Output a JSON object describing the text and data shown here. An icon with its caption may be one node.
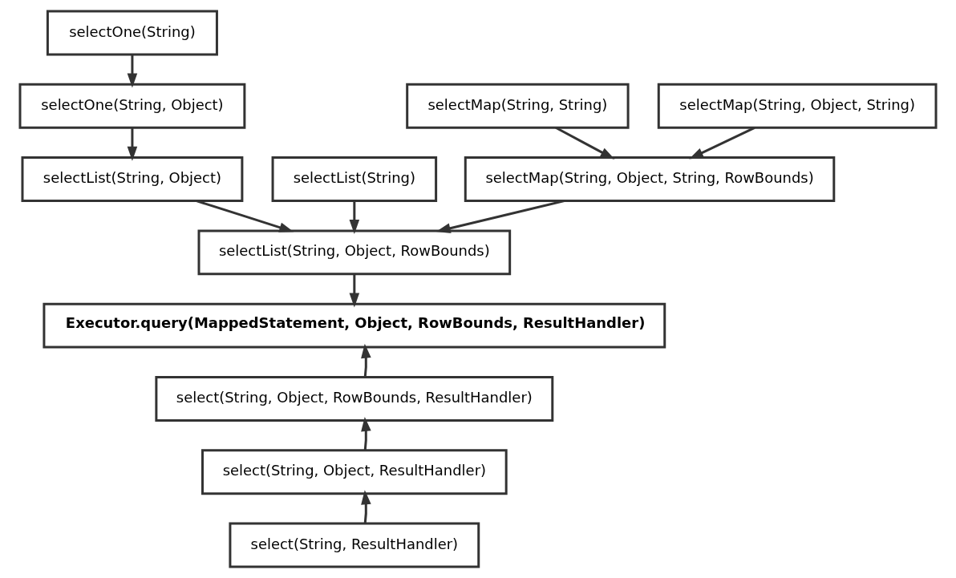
{
  "diagram": {
    "nodes": [
      {
        "text": [
          "selectOne(String)"
        ]
      },
      {
        "text": [
          "selectOne(String, Object)"
        ]
      },
      {
        "text": [
          "selectMap(String, String)"
        ]
      },
      {
        "text": [
          "selectMap(String, Object, String)"
        ]
      },
      {
        "text": [
          "selectList(String)"
        ]
      },
      {
        "text": [
          "selectList(String, Object)"
        ]
      },
      {
        "text": [
          "selectMap(String, Object, String, RowBounds)"
        ]
      },
      {
        "text": [
          "selectList(String, Object, RowBounds)"
        ]
      },
      {
        "text": [
          "Executor.query(MappedStatement, Object, RowBounds, ResultHandler)"
        ]
      },
      {
        "text": [
          "select(String, Object, RowBounds, ResultHandler)"
        ]
      },
      {
        "text": [
          "select(String, Object, ResultHandler)"
        ]
      },
      {
        "text": [
          "select(String, ResultHandler)"
        ]
      }
    ],
    "edges": [
      {
        "from": 0,
        "to": 1,
        "arrow": "to"
      },
      {
        "from": 1,
        "to": 5,
        "arrow": "to"
      },
      {
        "from": 2,
        "to": 6,
        "arrow": "to"
      },
      {
        "from": 3,
        "to": 6,
        "arrow": "to"
      },
      {
        "from": 4,
        "to": 7,
        "arrow": "to"
      },
      {
        "from": 5,
        "to": 7,
        "arrow": "to"
      },
      {
        "from": 6,
        "to": 7,
        "arrow": "to"
      },
      {
        "from": 7,
        "to": 8,
        "arrow": "to"
      },
      {
        "from": 9,
        "to": 8,
        "arrow": "to"
      },
      {
        "from": 10,
        "to": 9,
        "arrow": "to"
      },
      {
        "from": 11,
        "to": 10,
        "arrow": "to"
      }
    ]
  }
}
